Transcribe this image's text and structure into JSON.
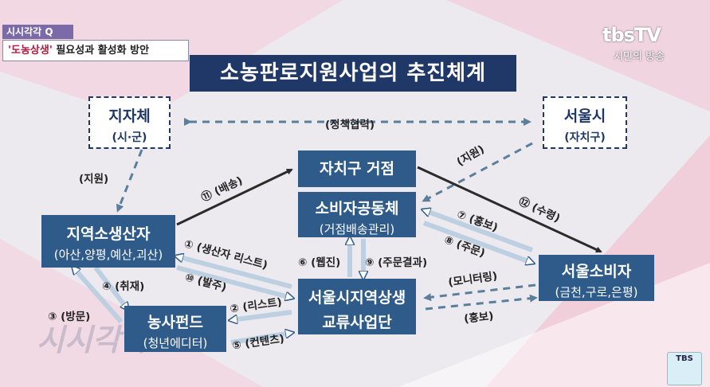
{
  "header": {
    "segment_tag": "시시각각 Q",
    "topic_highlight": "'도농상생'",
    "topic_rest": " 필요성과 활성화 방안"
  },
  "logo": {
    "brand": "tbsTV",
    "slogan": "시민의 방송"
  },
  "diagram": {
    "title": "소농판로지원사업의 추진체계",
    "nodes": {
      "local_gov": {
        "line1": "지자체",
        "line2": "(시·군)"
      },
      "seoul": {
        "line1": "서울시",
        "line2": "(자치구)"
      },
      "district_hub": {
        "line1": "자치구 거점"
      },
      "consumer_coop": {
        "line1": "소비자공동체",
        "line2": "(거점배송관리)"
      },
      "local_producer": {
        "line1": "지역소생산자",
        "line2": "(아산,양평,예산,괴산)"
      },
      "seoul_consumer": {
        "line1": "서울소비자",
        "line2": "(금천,구로,은평)"
      },
      "exchange_team": {
        "line1": "서울시지역상생",
        "line2": "교류사업단"
      },
      "farm_fund": {
        "line1": "농사펀드",
        "line2": "(청년에디터)"
      }
    },
    "edges": {
      "policy": "(정책협력)",
      "support_left": "(지원)",
      "support_right": "(지원)",
      "e11": "⑪ (배송)",
      "e12": "⑫ (수령)",
      "e7": "⑦ (홍보)",
      "e8": "⑧ (주문)",
      "e1": "① (생산자 리스트)",
      "e10": "⑩ (발주)",
      "e6": "⑥ (웹진)",
      "e9": "⑨ (주문결과)",
      "e4": "④ (취재)",
      "e3": "③ (방문)",
      "e2": "② (리스트)",
      "e5": "⑤ (컨텐츠)",
      "monitoring": "(모니터링)",
      "promo": "(홍보)"
    }
  },
  "watermark": "시시각각",
  "corner_logo": "TBS",
  "colors": {
    "navy": "#1f3868",
    "box_blue": "#2e5b8a",
    "arrow_dark": "#2b2b2b",
    "arrow_dashed": "#5a7f9c"
  }
}
